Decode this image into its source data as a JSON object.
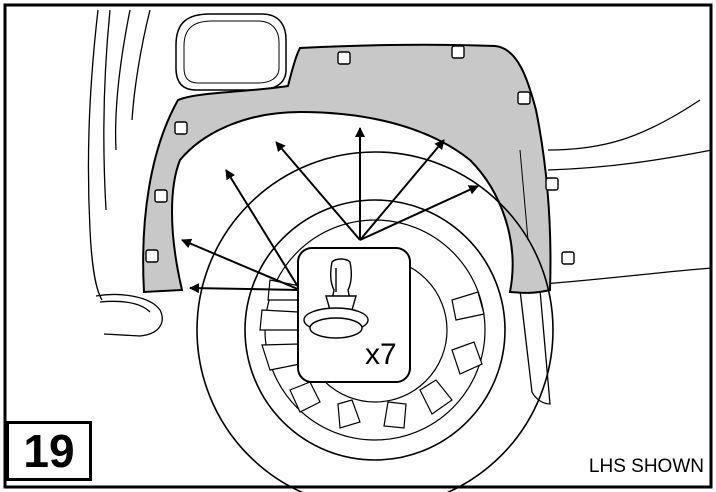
{
  "figure": {
    "step_number": "19",
    "caption": "LHS SHOWN",
    "part_quantity": "x7"
  },
  "colors": {
    "flare_fill": "#c8c8c8",
    "line": "#000000",
    "background": "#ffffff"
  },
  "icons": {
    "fastener": "push-clip-fastener-icon",
    "callout": "arrow-icon"
  },
  "callout_count": 7
}
